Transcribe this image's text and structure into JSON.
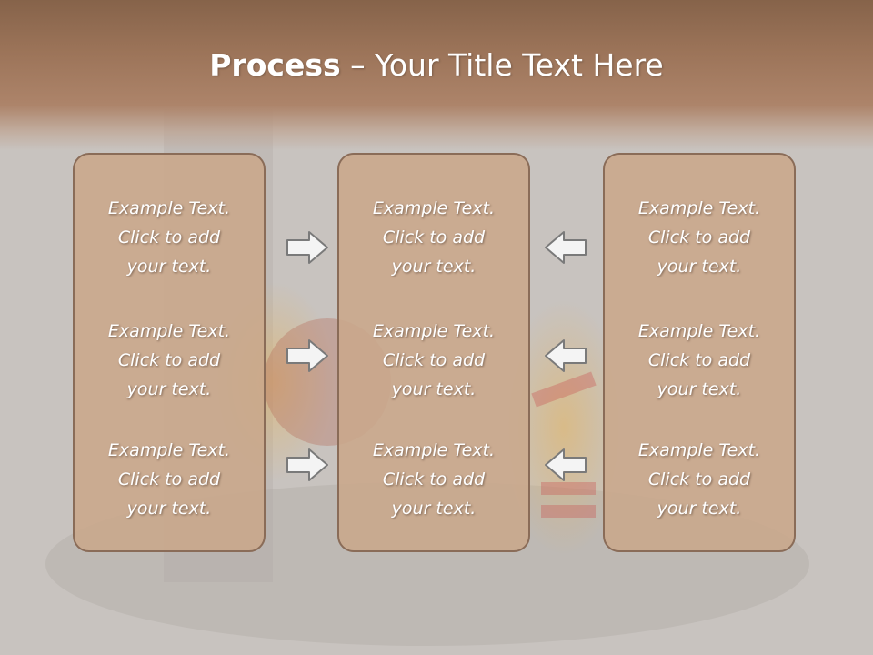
{
  "slide": {
    "title_bold": "Process",
    "title_rest": " – Your Title Text Here",
    "columns": [
      {
        "items": [
          {
            "lines": [
              "Example Text.",
              "Click  to add",
              "your text."
            ]
          },
          {
            "lines": [
              "Example Text.",
              "Click  to add",
              "your text."
            ]
          },
          {
            "lines": [
              "Example Text.",
              "Click  to add",
              "your text."
            ]
          }
        ]
      },
      {
        "items": [
          {
            "lines": [
              "Example Text.",
              "Click  to add",
              "your text."
            ]
          },
          {
            "lines": [
              "Example Text.",
              "Click  to add",
              "your text."
            ]
          },
          {
            "lines": [
              "Example Text.",
              "Click  to add",
              "your text."
            ]
          }
        ]
      },
      {
        "items": [
          {
            "lines": [
              "Example Text.",
              "Click  to add",
              "your text."
            ]
          },
          {
            "lines": [
              "Example Text.",
              "Click  to add",
              "your text."
            ]
          },
          {
            "lines": [
              "Example Text.",
              "Click  to add",
              "your text."
            ]
          }
        ]
      }
    ],
    "arrows": {
      "left_to_center": [
        "arrow-right-icon",
        "arrow-right-icon",
        "arrow-right-icon"
      ],
      "right_to_center": [
        "arrow-left-icon",
        "arrow-left-icon",
        "arrow-left-icon"
      ]
    },
    "colors": {
      "header": "#9c7459",
      "column_fill": "#c9a78b",
      "column_border": "#8a6c58",
      "text": "#ffffff",
      "arrow_fill": "#f4f4f4",
      "arrow_stroke": "#7a7a7a"
    }
  }
}
